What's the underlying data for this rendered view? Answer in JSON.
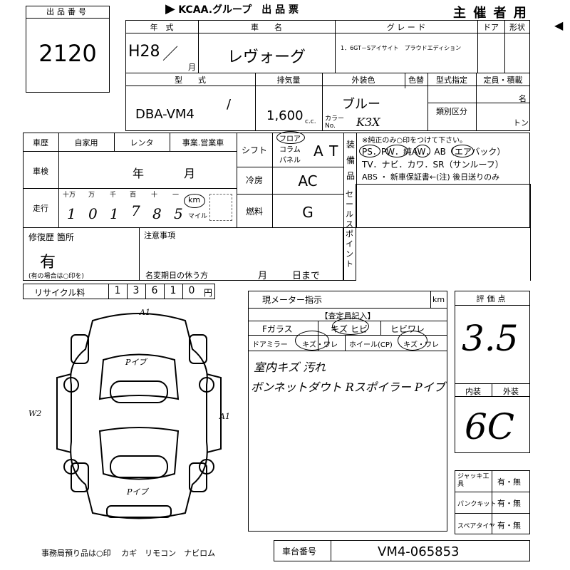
{
  "header": {
    "listing_number_label": "出品番号",
    "listing_number": "2120",
    "org_title": "KCAA.グループ　出 品 票",
    "host_label": "主 催 者 用"
  },
  "vehicle": {
    "year_label": "年　式",
    "year": "H28",
    "month_unit": "月",
    "name_label": "車　　名",
    "name": "レヴォーグ",
    "grade_label": "グ レ ー ド",
    "grade": "1．6GT－Sアイサイト　プラウドエディション",
    "doors_label": "ドア",
    "body_type_label": "形状",
    "model_label": "型　　式",
    "model": "DBA-VM4",
    "displacement_label": "排気量",
    "displacement": "1,600",
    "displacement_unit": "c.c.",
    "ext_color_label": "外装色",
    "ext_color": "ブルー",
    "color_change_label": "色替",
    "color_no_label": "カラー No.",
    "color_no": "K3X",
    "type_designation_label": "型式指定",
    "category_label": "類別区分",
    "capacity_label": "定員・積載",
    "persons_unit": "名",
    "tons_unit": "トン"
  },
  "history": {
    "label": "車歴",
    "options": [
      "自家用",
      "レンタ",
      "事業.営業車"
    ],
    "inspection_label": "車検",
    "inspection_year_unit": "年",
    "inspection_month_unit": "月",
    "mileage_label": "走行",
    "digit_headers": [
      "十万",
      "万",
      "千",
      "百",
      "十",
      "一"
    ],
    "mileage_digits": [
      "1",
      "0",
      "1",
      "7",
      "8",
      "5"
    ],
    "km_label": "km",
    "mile_label": "マイル"
  },
  "drive": {
    "shift_label": "シフト",
    "shift_options": [
      "フロア",
      "コラム",
      "パネル"
    ],
    "shift_value": "AT",
    "ac_label": "冷房",
    "ac_value": "AC",
    "fuel_label": "燃料",
    "fuel_value": "G"
  },
  "equipment": {
    "label": "装備品",
    "note": "※純正のみ○印をつけて下さい。",
    "row1": "PS．PW．純AW．AB（エアバック）",
    "row2": "TV．ナビ．カワ．SR（サンルーフ）",
    "row3": "ABS ・ 新車保証書←(注) 後日送りのみ",
    "sales_point_label": "セールスポイント"
  },
  "repair": {
    "label": "修復歴 箇所",
    "value": "有",
    "note": "(有の場合は○印を)"
  },
  "notes": {
    "label": "注意事項",
    "deadline_label": "名変期日の休う方",
    "month_unit": "月",
    "day_unit": "日まで"
  },
  "recycle": {
    "label": "リサイクル料",
    "digits": [
      "1",
      "3",
      "6",
      "1",
      "0"
    ],
    "unit": "円"
  },
  "diagram": {
    "top_mark": "A1",
    "hood_mark": "Pイブ",
    "rear_mark": "Pイブ",
    "left_mark": "W2",
    "right_mark": "A1"
  },
  "inspector": {
    "meter_label": "現メーター指示",
    "km_label": "km",
    "notes_label": "【査定員記入】",
    "glass_label": "Fガラス",
    "glass_options": [
      "キズ",
      "ヒビ",
      "ヒビワレ"
    ],
    "mirror_label": "ドアミラー",
    "mirror_options": "キズ・ワレ",
    "wheel_label": "ホイール(CP)",
    "wheel_options": "キズ・ワレ",
    "remark1": "室内キズ 汚れ",
    "remark2": "ボンネットダウト Rスポイラー Pイブ"
  },
  "score": {
    "label": "評価点",
    "value": "3.5",
    "interior_label": "内装",
    "exterior_label": "外装",
    "grade_value": "6C"
  },
  "tools": {
    "jack_label": "ジャッキ工具",
    "jack_value": "有・無",
    "puncture_label": "パンクキット",
    "puncture_value": "有・無",
    "spare_label": "スペアタイヤ",
    "spare_value": "有・無"
  },
  "footer": {
    "office_note": "事務局預り品は○印　 カギ　リモコン　ナビロム",
    "chassis_label": "車台番号",
    "chassis_number": "VM4-065853"
  }
}
